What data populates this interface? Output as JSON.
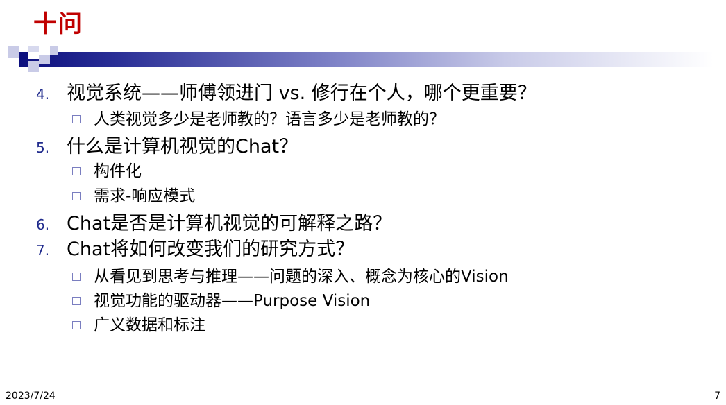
{
  "title": "十问",
  "items": [
    {
      "number": "4.",
      "text": "视觉系统——师傅领进门 vs. 修行在个人，哪个更重要？",
      "subitems": [
        "人类视觉多少是老师教的？语言多少是老师教的？"
      ]
    },
    {
      "number": "5.",
      "text": "什么是计算机视觉的Chat？",
      "subitems": [
        "构件化",
        "需求-响应模式"
      ]
    },
    {
      "number": "6.",
      "text": "Chat是否是计算机视觉的可解释之路？",
      "subitems": []
    },
    {
      "number": "7.",
      "text": "Chat将如何改变我们的研究方式？",
      "subitems": [
        "从看见到思考与推理——问题的深入、概念为核心的Vision",
        "视觉功能的驱动器——Purpose Vision",
        "广义数据和标注"
      ]
    }
  ],
  "footer": {
    "date": "2023/7/24",
    "page": "7"
  },
  "colors": {
    "title": "#c00000",
    "number": "#1f2a8c",
    "band_dark": "#0c0f7e"
  }
}
